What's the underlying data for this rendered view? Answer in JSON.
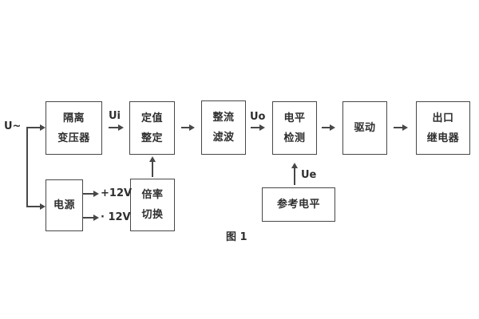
{
  "figure": {
    "caption": "图 1"
  },
  "colors": {
    "line": "#474747",
    "text": "#2e2e2e",
    "background": "#ffffff"
  },
  "signals": {
    "input": "U~",
    "ui": "Ui",
    "uo": "Uo",
    "ue": "Ue"
  },
  "power_rails": {
    "positive": "+12V",
    "negative": "· 12V"
  },
  "blocks": {
    "isolation_transformer": {
      "line1": "隔离",
      "line2": "变压器"
    },
    "value_setting": {
      "line1": "定值",
      "line2": "整定"
    },
    "rectifier_filter": {
      "line1": "整流",
      "line2": "滤波"
    },
    "level_detection": {
      "line1": "电平",
      "line2": "检测"
    },
    "driver": {
      "label": "驱动"
    },
    "output_relay": {
      "line1": "出口",
      "line2": "继电器"
    },
    "power_supply": {
      "label": "电源"
    },
    "ratio_switching": {
      "line1": "倍率",
      "line2": "切换"
    },
    "reference_level": {
      "label": "参考电平"
    }
  }
}
